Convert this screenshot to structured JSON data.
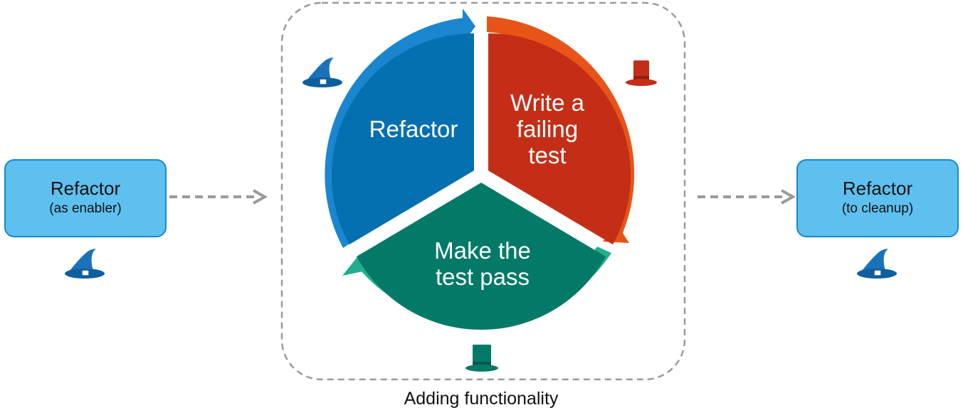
{
  "left_box": {
    "title": "Refactor",
    "subtitle": "(as enabler)"
  },
  "right_box": {
    "title": "Refactor",
    "subtitle": "(to cleanup)"
  },
  "cycle": {
    "refactor": [
      "Refactor"
    ],
    "write_failing_test": [
      "Write a",
      "failing",
      "test"
    ],
    "make_test_pass": [
      "Make the",
      "test pass"
    ]
  },
  "group_caption": "Adding functionality",
  "icons": {
    "wizard_hat": "wizard-hat-icon",
    "top_hat": "top-hat-icon"
  },
  "colors": {
    "refactor_fill": "#0570b0",
    "refactor_arrow": "#1a86d0",
    "write_test_fill": "#c42e17",
    "write_test_arrow": "#e85418",
    "make_pass_fill": "#037a68",
    "make_pass_arrow": "#1fae8e",
    "box_fill": "#5ec0ef",
    "box_border": "#1a86c8",
    "dashed": "#9a9a9a"
  }
}
